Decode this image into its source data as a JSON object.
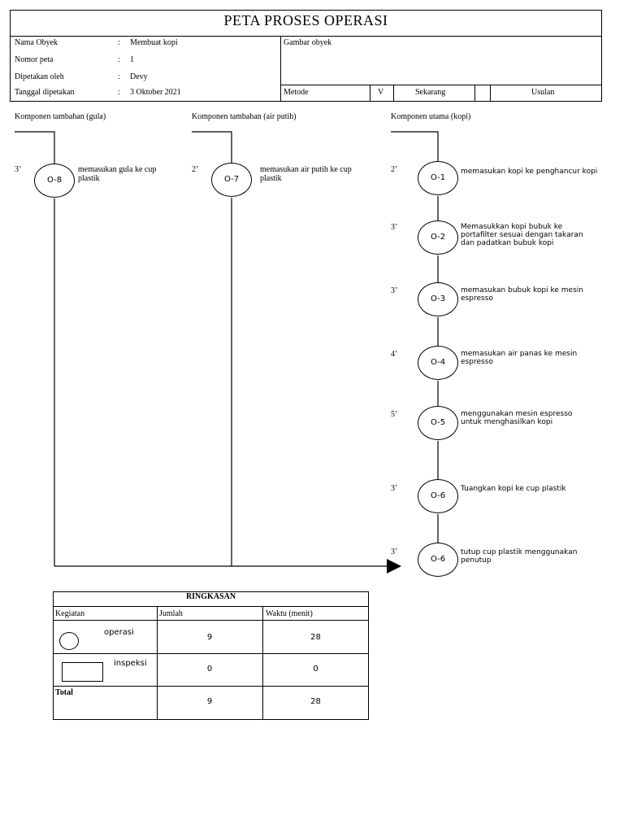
{
  "header": {
    "title": "PETA PROSES OPERASI",
    "fields": [
      {
        "label": "Nama Obyek",
        "value": "Membuat kopi"
      },
      {
        "label": "Nomor peta",
        "value": "1"
      },
      {
        "label": "Dipetakan oleh",
        "value": "Devy"
      },
      {
        "label": "Tanggal dipetakan",
        "value": "3 Oktober 2021"
      }
    ],
    "separator": ":",
    "object_image_label": "Gambar obyek",
    "method": {
      "label": "Metode",
      "check": "V",
      "current": "Sekarang",
      "proposed": "Usulan"
    }
  },
  "columns": [
    {
      "heading": "Komponen tambahan (gula)",
      "operations": [
        {
          "id": "O-8",
          "time": "3’",
          "desc": "memasukan gula ke cup plastik"
        }
      ]
    },
    {
      "heading": "Komponen tambahan (air putih)",
      "operations": [
        {
          "id": "O-7",
          "time": "2’",
          "desc": "memasukan air putih ke cup plastik"
        }
      ]
    },
    {
      "heading": "Komponen utama (kopi)",
      "operations": [
        {
          "id": "O-1",
          "time": "2’",
          "desc": "memasukan kopi ke penghancur kopi"
        },
        {
          "id": "O-2",
          "time": "3’",
          "desc": "Memasukkan kopi bubuk ke portafilter sesuai dengan takaran dan padatkan bubuk kopi"
        },
        {
          "id": "O-3",
          "time": "3’",
          "desc": "memasukan bubuk kopi ke mesin espresso"
        },
        {
          "id": "O-4",
          "time": "4’",
          "desc": "memasukan air panas ke mesin espresso"
        },
        {
          "id": "O-5",
          "time": "5’",
          "desc": "menggunakan mesin espresso untuk menghasilkan kopi"
        },
        {
          "id": "O-6",
          "time": "3’",
          "desc": "Tuangkan kopi ke cup plastik"
        },
        {
          "id": "O-6",
          "time": "3’",
          "desc": "tutup cup plastik menggunakan penutup"
        }
      ]
    }
  ],
  "summary": {
    "title": "RINGKASAN",
    "headers": [
      "Kegiatan",
      "Jumlah",
      "Waktu (menit)"
    ],
    "rows": [
      {
        "activity": "operasi",
        "count": "9",
        "time": "28"
      },
      {
        "activity": "inspeksi",
        "count": "0",
        "time": "0"
      }
    ],
    "total": {
      "label": "Total",
      "count": "9",
      "time": "28"
    }
  }
}
